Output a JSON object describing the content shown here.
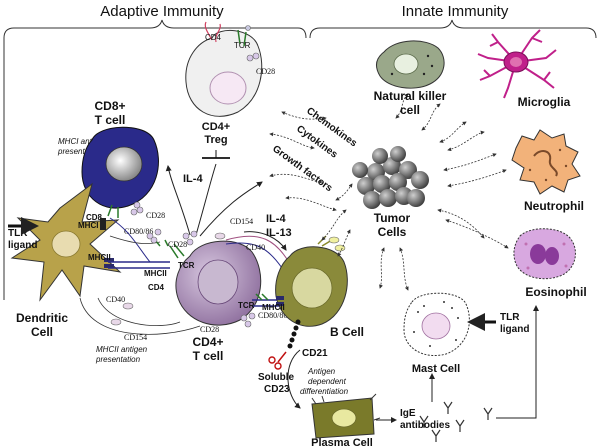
{
  "sections": {
    "adaptive": "Adaptive Immunity",
    "innate": "Innate Immunity"
  },
  "cells": {
    "cd8_line1": "CD8+",
    "cd8_line2": "T cell",
    "treg_line1": "CD4+",
    "treg_line2": "Treg",
    "dendritic_line1": "Dendritic",
    "dendritic_line2": "Cell",
    "cd4_line1": "CD4+",
    "cd4_line2": "T cell",
    "bcell": "B Cell",
    "plasma": "Plasma Cell",
    "mast": "Mast Cell",
    "nk_line1": "Natural killer",
    "nk_line2": "cell",
    "microglia": "Microglia",
    "neutrophil": "Neutrophil",
    "eosinophil": "Eosinophil",
    "tumor_line1": "Tumor",
    "tumor_line2": "Cells"
  },
  "molecules": {
    "cd4": "CD4",
    "tcr": "TCR",
    "cd28": "CD28",
    "cd8": "CD8",
    "mhci": "MHCI",
    "mhcii": "MHCII",
    "cd80_86": "CD80/86",
    "cd154": "CD154",
    "cd40": "CD40",
    "cd21": "CD21",
    "soluble_cd23_line1": "Soluble",
    "soluble_cd23_line2": "CD23",
    "ige_line1": "IgE",
    "ige_line2": "antibodies"
  },
  "signals": {
    "il4": "IL-4",
    "il4_b": "IL-4",
    "il13": "IL-13",
    "tlr_line1": "TLR",
    "tlr_line2": "ligand",
    "tlr_mast_line1": "TLR",
    "tlr_mast_line2": "ligand",
    "chemokines": "Chemokines",
    "cytokines": "Cytokines",
    "growth_factors": "Growth factors"
  },
  "notes": {
    "mhci_line1": "MHCI antigen",
    "mhci_line2": "presentation",
    "mhcii_line1": "MHCII antigen",
    "mhcii_line2": "presentation",
    "antigen_line1": "Antigen",
    "antigen_line2": "dependent",
    "antigen_line3": "differentiation"
  },
  "colors": {
    "cd8_cell": "#2a2a8a",
    "dendritic_cell": "#b8a24a",
    "cd4_cell": "#a08ab0",
    "bcell": "#8a8a3a",
    "plasma_cell": "#7a7a2a",
    "microglia": "#c0208a",
    "neutrophil": "#f2b27a",
    "eosinophil": "#d8a8e0",
    "nk_cell": "#9aa88a",
    "tumor": "#555555"
  }
}
